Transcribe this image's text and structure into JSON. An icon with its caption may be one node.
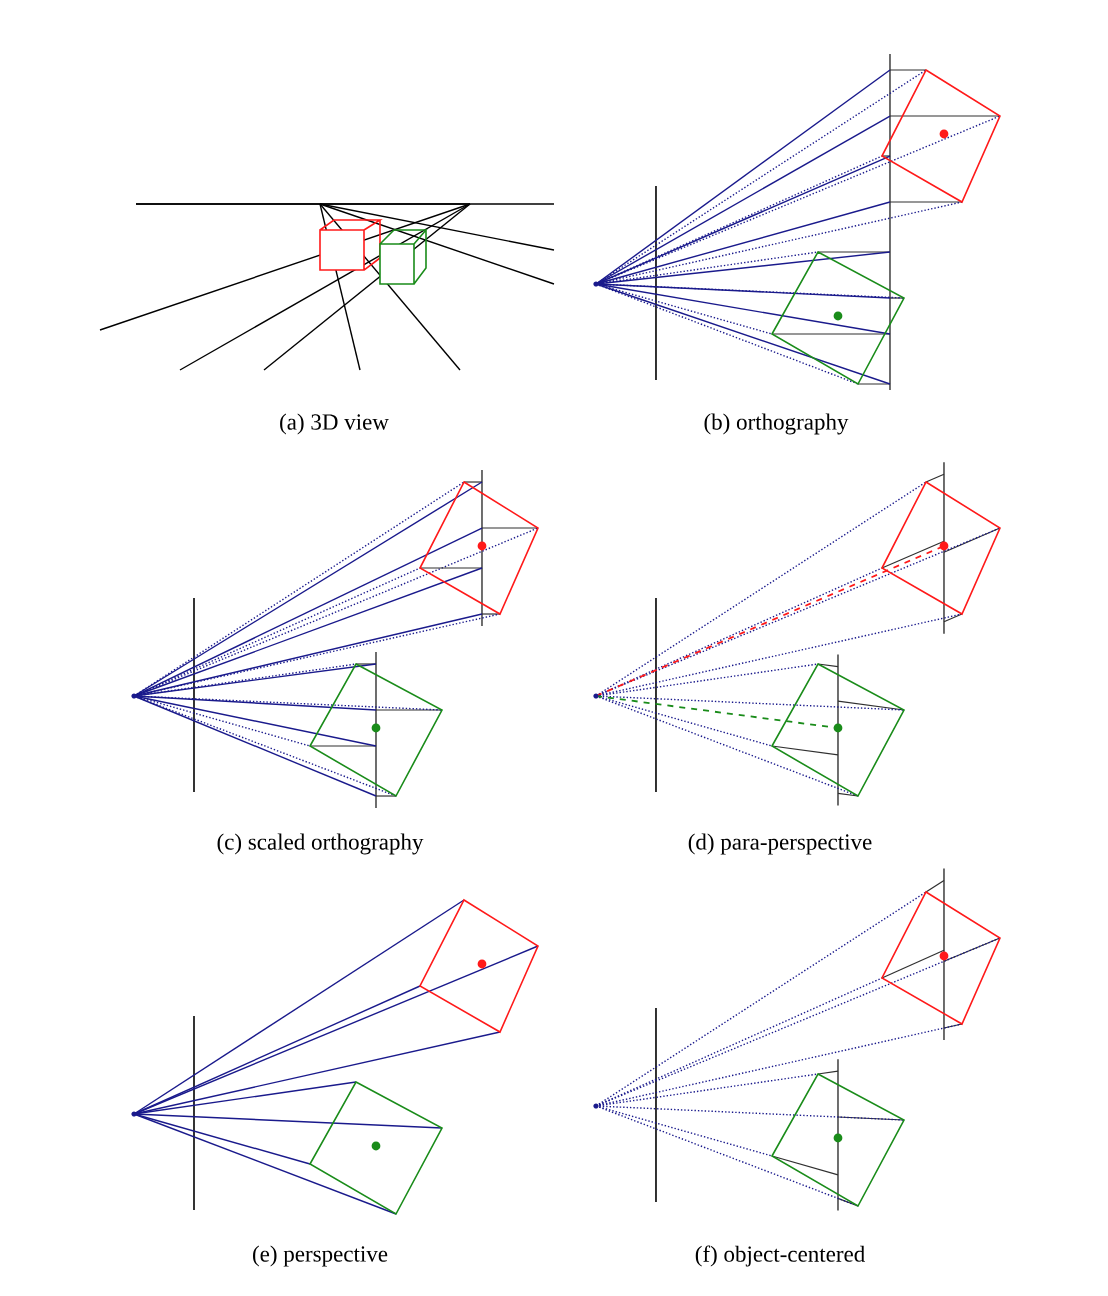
{
  "diagram": {
    "labels": [
      "(a) 3D view",
      "(b) orthography",
      "(c) scaled orthography",
      "(d) para-perspective",
      "(e) perspective",
      "(f) object-centered"
    ]
  }
}
